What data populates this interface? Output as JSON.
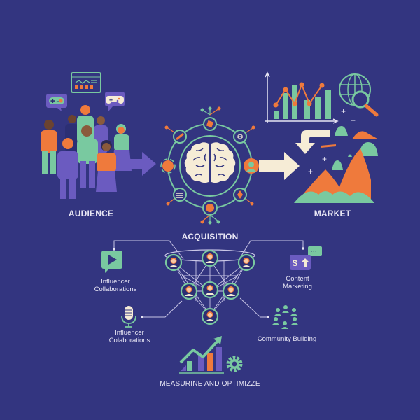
{
  "colors": {
    "background": "#333580",
    "teal": "#79c9a0",
    "orange": "#ef7a3c",
    "cream": "#f6ecd6",
    "purple": "#6b5bc0",
    "line": "#c9c6e6"
  },
  "sections": {
    "audience": {
      "label": "AUDIENCE",
      "icons": [
        "game-controller-bubble",
        "dashboard-chart-bubble",
        "gamepad-bubble",
        "people-group"
      ]
    },
    "brain": {
      "label": "",
      "icons": [
        "brain",
        "pill",
        "puzzle",
        "gear",
        "user",
        "sparkle",
        "list",
        "network-node"
      ]
    },
    "market": {
      "label": "MARKET",
      "icons": [
        "bar-line-chart",
        "globe-search",
        "mountains",
        "people-peaks"
      ]
    },
    "acquisition": {
      "title": "ACQUISITION",
      "channels": [
        {
          "id": "video",
          "label_line1": "Influencer",
          "label_line2": "Collaborations"
        },
        {
          "id": "content",
          "label_line1": "Content",
          "label_line2": "Marketing"
        },
        {
          "id": "podcast",
          "label_line1": "Influencer",
          "label_line2": "Colaborations"
        },
        {
          "id": "community",
          "label_line1": "Community Building",
          "label_line2": ""
        }
      ]
    },
    "measure": {
      "label": "MEASURINE AND OPTIMIZZE"
    }
  }
}
